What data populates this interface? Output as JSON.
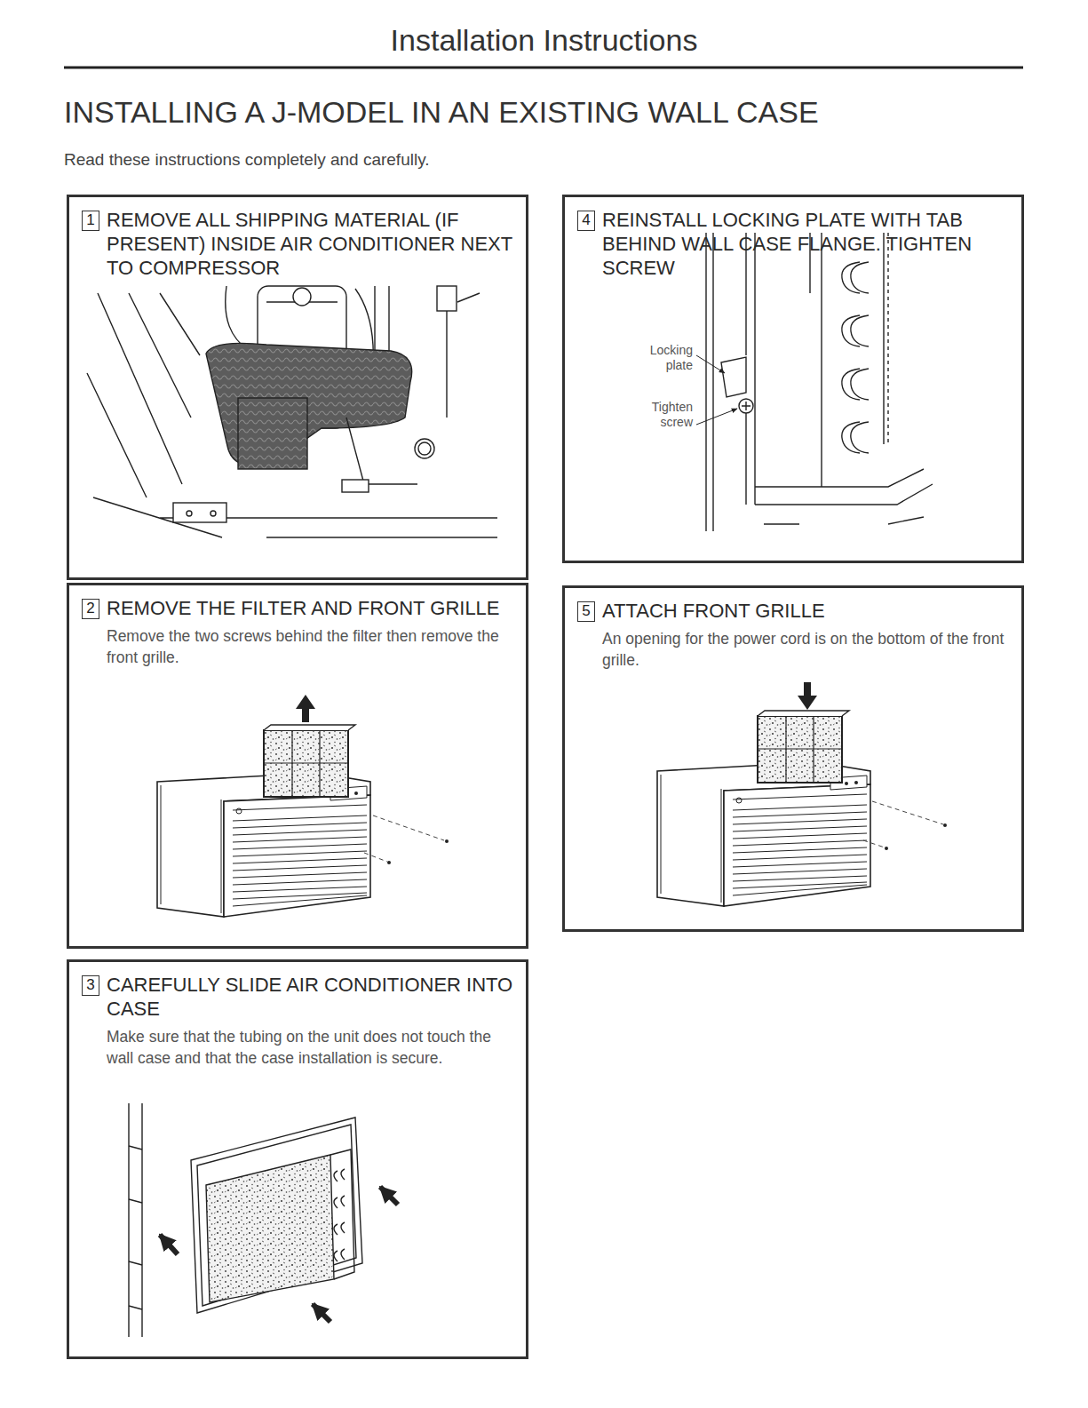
{
  "diagram": {
    "title": "Installation Instructions",
    "nodes": [
      {
        "text": [
          "1",
          "REMOVE ALL SHIPPING MATERIAL (IF PRESENT) INSIDE AIR CONDITIONER NEXT TO COMPRESSOR"
        ]
      },
      {
        "text": [
          "2",
          "REMOVE THE FILTER AND FRONT GRILLE",
          "Remove the two screws behind the filter then remove the front grille."
        ]
      },
      {
        "text": [
          "3",
          "CAREFULLY SLIDE AIR CONDITIONER INTO CASE",
          "Make sure that the tubing on the unit does not touch the wall case and that the case installation is secure."
        ]
      },
      {
        "text": [
          "4",
          "REINSTALL LOCKING PLATE WITH TAB BEHIND WALL CASE FLANGE. TIGHTEN SCREW"
        ]
      },
      {
        "text": [
          "5",
          "ATTACH FRONT GRILLE",
          "An opening for the power cord is on the bottom of the front grille."
        ]
      }
    ],
    "labels": [
      "INSTALLING A J-MODEL IN AN EXISTING WALL CASE",
      "Read these instructions completely and carefully.",
      "Locking plate",
      "Tighten screw"
    ]
  }
}
